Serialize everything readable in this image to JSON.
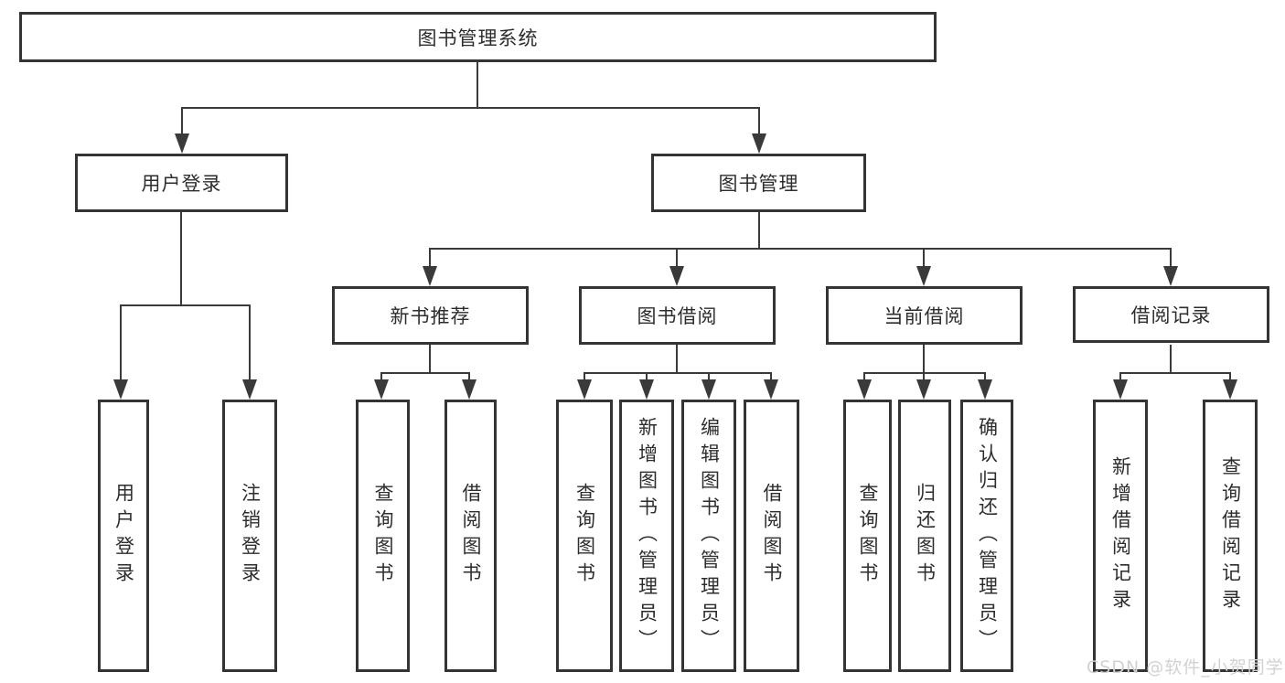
{
  "title": "图书管理系统",
  "watermark": "CSDN @软件_小贺同学",
  "colors": {
    "background": "#ffffff",
    "box_border": "#343434",
    "connector_line": "#3a3a3a",
    "text": "#2d2d2d",
    "watermark_text": "#d2d2d2"
  },
  "tree": {
    "label": "图书管理系统",
    "children": [
      {
        "label": "用户登录",
        "children": [
          {
            "label": "用户登录"
          },
          {
            "label": "注销登录"
          }
        ]
      },
      {
        "label": "图书管理",
        "children": [
          {
            "label": "新书推荐",
            "children": [
              {
                "label": "查询图书"
              },
              {
                "label": "借阅图书"
              }
            ]
          },
          {
            "label": "图书借阅",
            "children": [
              {
                "label": "查询图书"
              },
              {
                "label": "新增图书（管理员）"
              },
              {
                "label": "编辑图书（管理员）"
              },
              {
                "label": "借阅图书"
              }
            ]
          },
          {
            "label": "当前借阅",
            "children": [
              {
                "label": "查询图书"
              },
              {
                "label": "归还图书"
              },
              {
                "label": "确认归还（管理员）"
              }
            ]
          },
          {
            "label": "借阅记录",
            "children": [
              {
                "label": "新增借阅记录"
              },
              {
                "label": "查询借阅记录"
              }
            ]
          }
        ]
      }
    ]
  }
}
